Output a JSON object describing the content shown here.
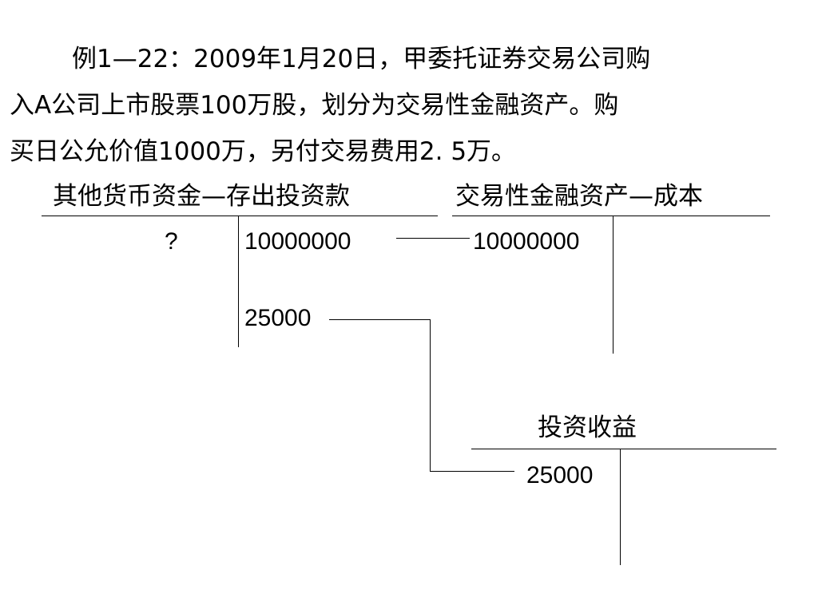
{
  "example": {
    "lines": [
      "例1—22：2009年1月20日，甲委托证券交易公司购",
      "入A公司上市股票100万股，划分为交易性金融资产。购",
      "买日公允价值1000万，另付交易费用2. 5万。"
    ]
  },
  "accounts": {
    "other_cash": {
      "title": "其他货币资金—存出投资款",
      "debit": "?",
      "credit_1": "10000000",
      "credit_2": "25000"
    },
    "trading_asset": {
      "title": "交易性金融资产—成本",
      "debit": "10000000"
    },
    "investment_income": {
      "title": "投资收益",
      "debit": "25000"
    }
  }
}
